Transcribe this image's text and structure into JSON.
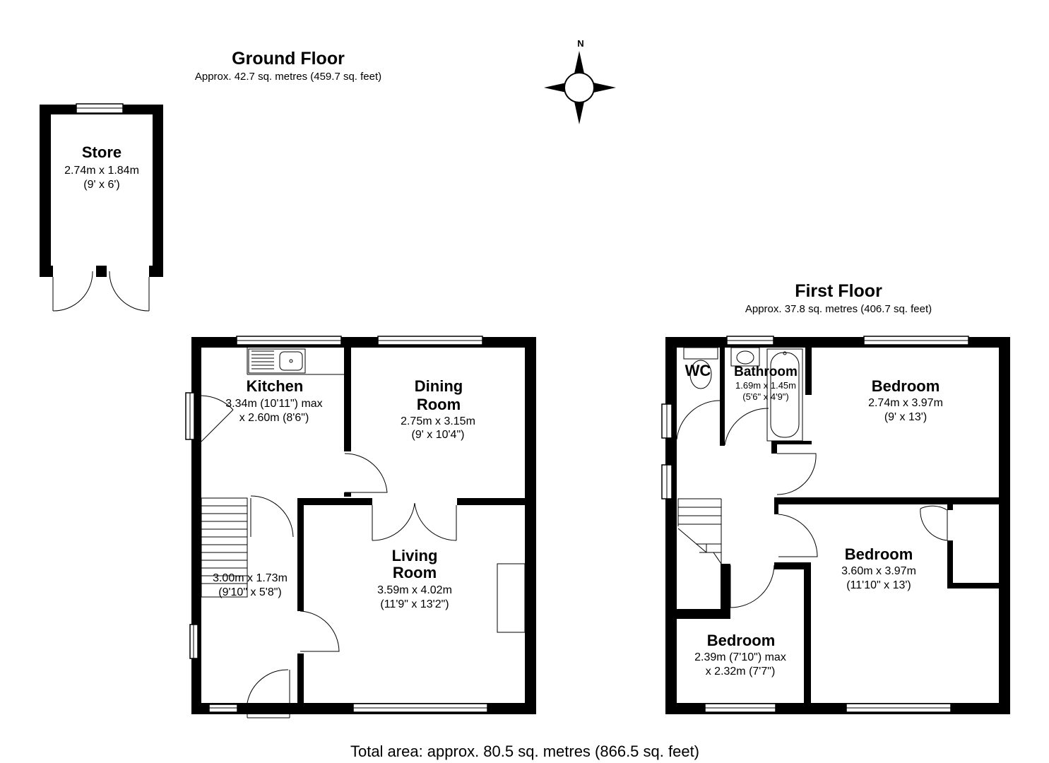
{
  "ground_floor": {
    "title": "Ground Floor",
    "area": "Approx. 42.7 sq. metres (459.7 sq. feet)",
    "rooms": {
      "store": {
        "name": "Store",
        "dim1": "2.74m x 1.84m",
        "dim2": "(9' x 6')"
      },
      "kitchen": {
        "name": "Kitchen",
        "dim1": "3.34m (10'11\") max",
        "dim2": "x 2.60m (8'6\")"
      },
      "dining": {
        "name1": "Dining",
        "name2": "Room",
        "dim1": "2.75m x 3.15m",
        "dim2": "(9' x 10'4\")"
      },
      "living": {
        "name1": "Living",
        "name2": "Room",
        "dim1": "3.59m x 4.02m",
        "dim2": "(11'9\" x 13'2\")"
      },
      "hall": {
        "dim1": "3.00m x 1.73m",
        "dim2": "(9'10\" x 5'8\")"
      }
    }
  },
  "first_floor": {
    "title": "First Floor",
    "area": "Approx. 37.8 sq. metres (406.7 sq. feet)",
    "rooms": {
      "wc": {
        "name": "WC"
      },
      "bathroom": {
        "name": "Bathroom",
        "dim1": "1.69m x 1.45m",
        "dim2": "(5'6\" x 4'9\")"
      },
      "bedroom1": {
        "name": "Bedroom",
        "dim1": "2.74m x 3.97m",
        "dim2": "(9' x 13')"
      },
      "bedroom2": {
        "name": "Bedroom",
        "dim1": "3.60m x 3.97m",
        "dim2": "(11'10\" x 13')"
      },
      "bedroom3": {
        "name": "Bedroom",
        "dim1": "2.39m (7'10\") max",
        "dim2": "x 2.32m (7'7\")"
      }
    }
  },
  "compass": {
    "label": "N"
  },
  "total_area": "Total area: approx. 80.5 sq. metres (866.5 sq. feet)"
}
